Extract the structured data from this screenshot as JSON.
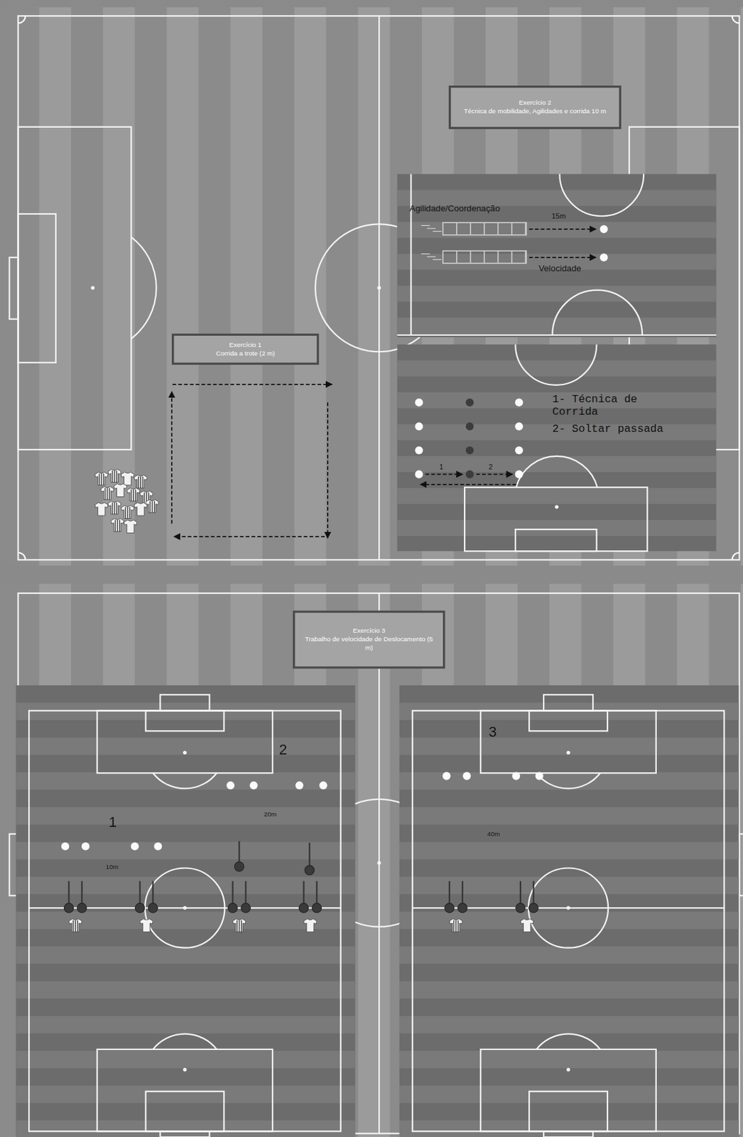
{
  "diagram": {
    "nodes": [
      {
        "text": [
          "Exercício 2",
          "Técnica de mobilidade, Agilidades e corrida 10 m"
        ]
      },
      {
        "text": [
          "Exercício 1",
          "Corrida a trote (2 m)"
        ]
      },
      {
        "text": [
          "Exercício 3",
          "Trabalho de velocidade de Deslocamento (5 m)"
        ]
      }
    ],
    "labels": [
      "Agilidade/Coordenação",
      "15m",
      "Velocidade",
      "1- Técnica de Corrida",
      "2- Soltar passada",
      "1",
      "2",
      "1",
      "2",
      "3",
      "10m",
      "20m",
      "40m"
    ]
  }
}
